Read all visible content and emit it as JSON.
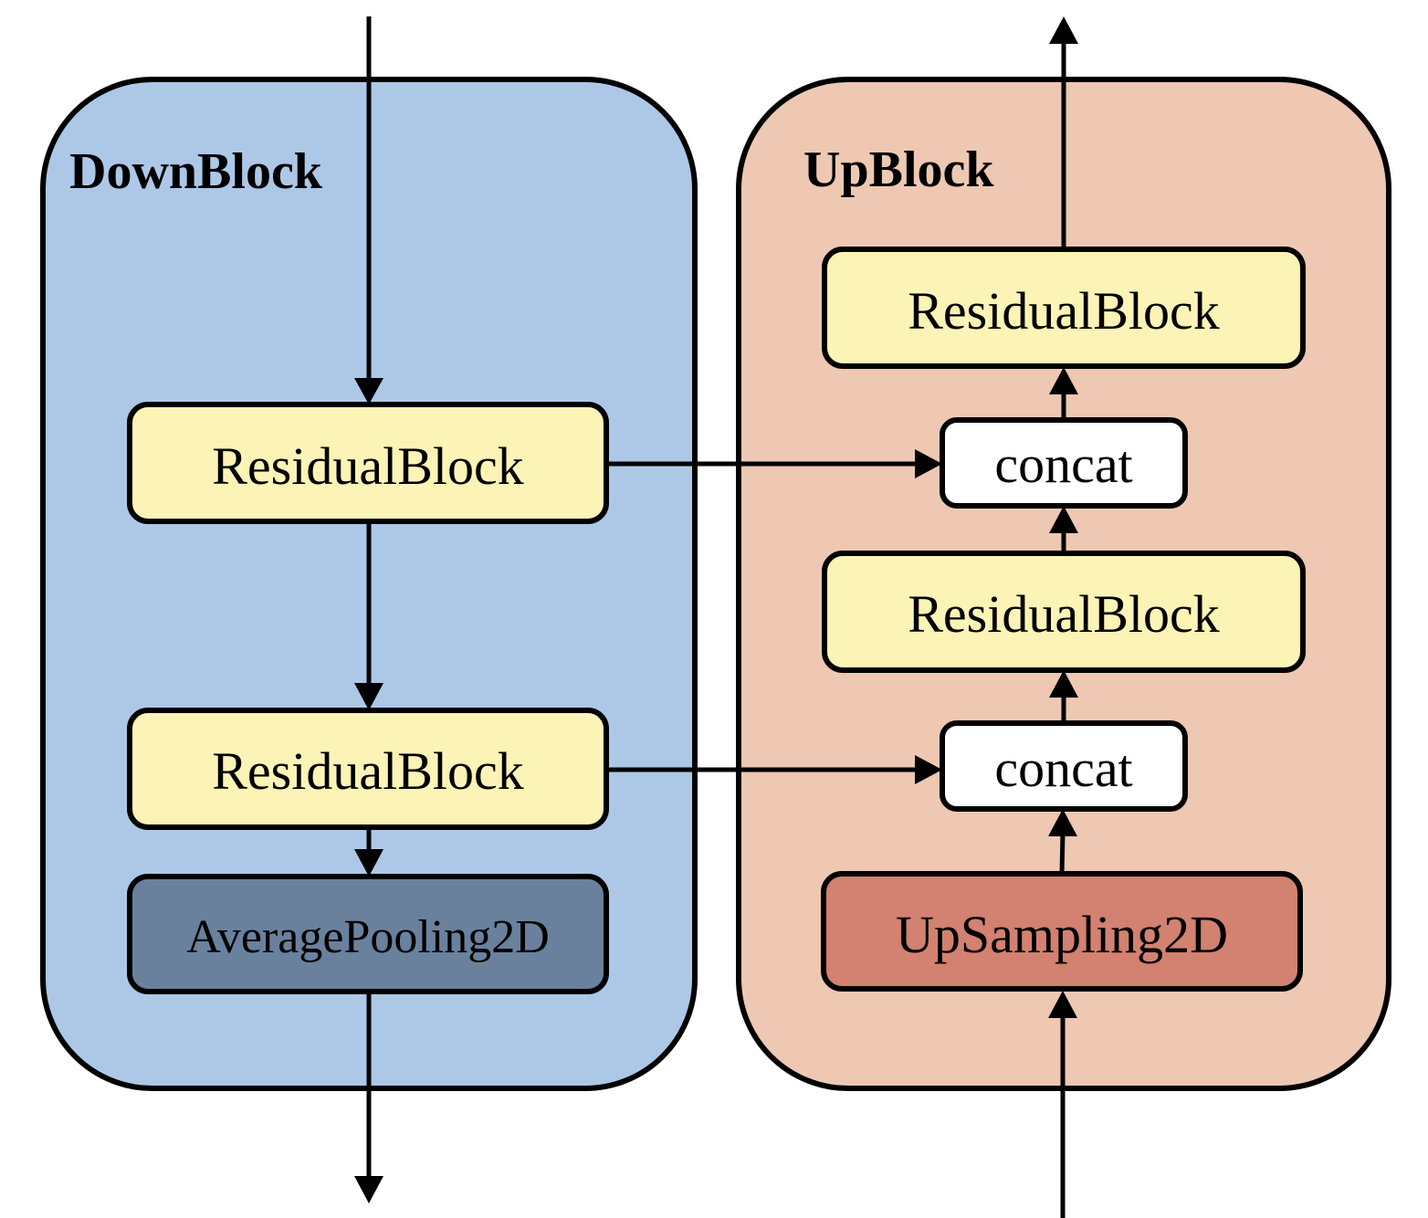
{
  "colors": {
    "down_block_fill": "#adc8e7",
    "up_block_fill": "#eec8b2",
    "residual_fill": "#fcf4b6",
    "concat_fill": "#ffffff",
    "avgpool_fill": "#6a819e",
    "upsample_fill": "#d38170",
    "stroke": "#000000"
  },
  "down_block": {
    "title": "DownBlock",
    "residual_1": "ResidualBlock",
    "residual_2": "ResidualBlock",
    "pooling": "AveragePooling2D"
  },
  "up_block": {
    "title": "UpBlock",
    "residual_top": "ResidualBlock",
    "concat_top": "concat",
    "residual_mid": "ResidualBlock",
    "concat_bottom": "concat",
    "upsampling": "UpSampling2D"
  }
}
